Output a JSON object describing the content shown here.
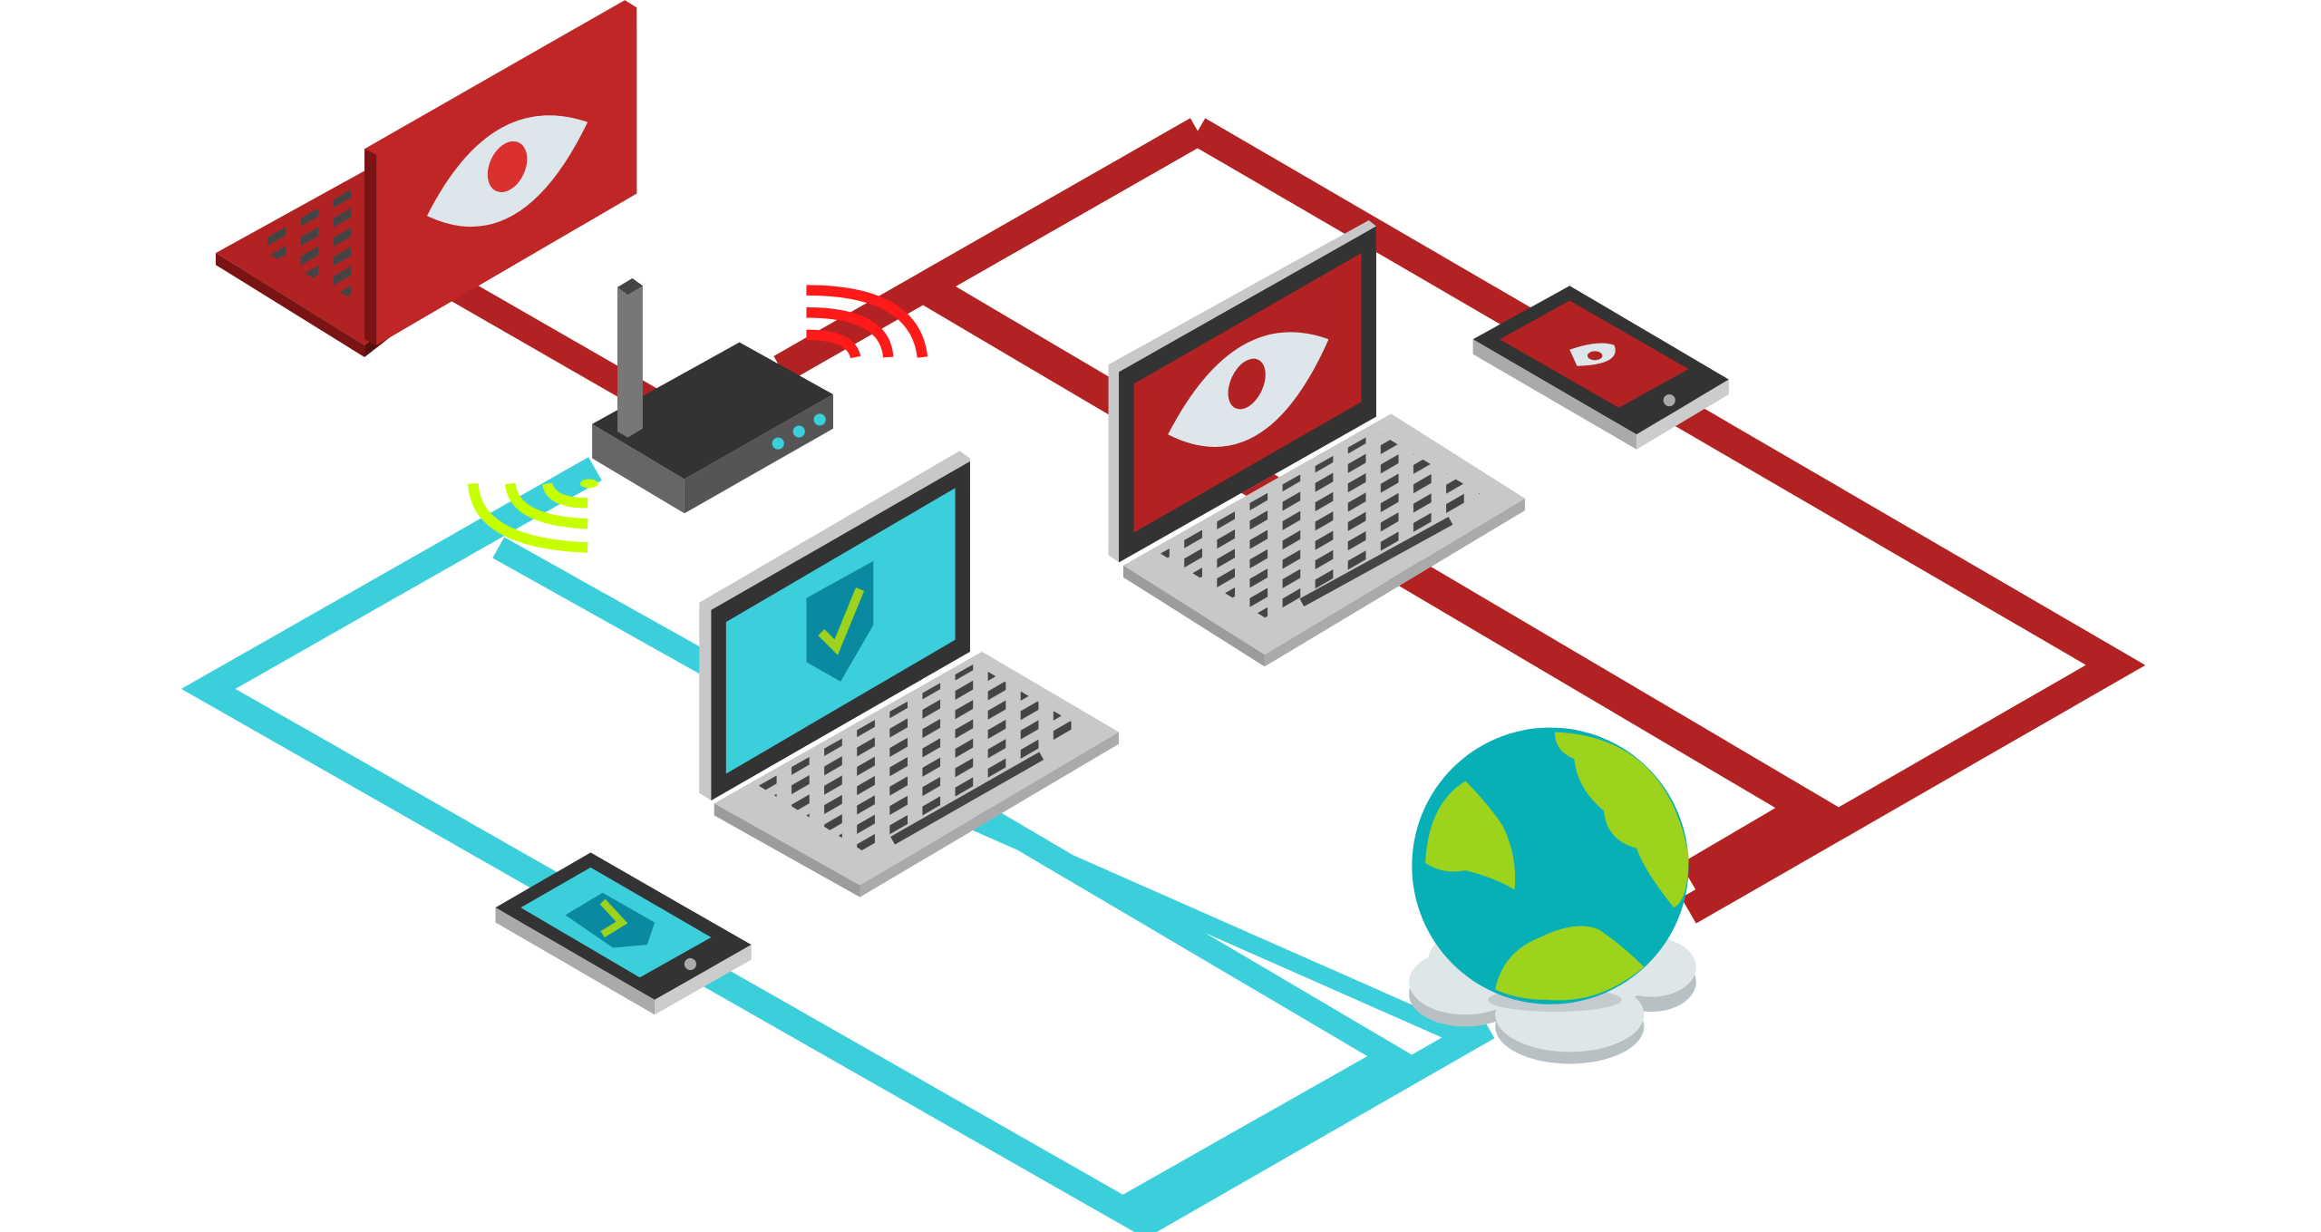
{
  "illustration": {
    "theme": "network-security",
    "colors": {
      "threat_red": "#b22222",
      "threat_red_dark": "#7a1414",
      "safe_cyan": "#3bcfdc",
      "wifi_red": "#ff1a1a",
      "wifi_green": "#c6ff00",
      "device_dark": "#333333",
      "device_gray": "#c8c8c8",
      "eye_white": "#dde6ea",
      "globe_ocean": "#07b0b6",
      "globe_land": "#9dd31c",
      "cloud": "#dfe6e8",
      "background": "#ffffff"
    },
    "icons": [
      "eye-icon",
      "shield-check-icon",
      "wifi-icon",
      "globe-icon",
      "cloud-icon",
      "router-icon"
    ],
    "devices": [
      "compromised-laptop",
      "router",
      "protected-laptop",
      "compromised-laptop-2",
      "compromised-tablet",
      "protected-tablet",
      "internet-globe"
    ]
  }
}
